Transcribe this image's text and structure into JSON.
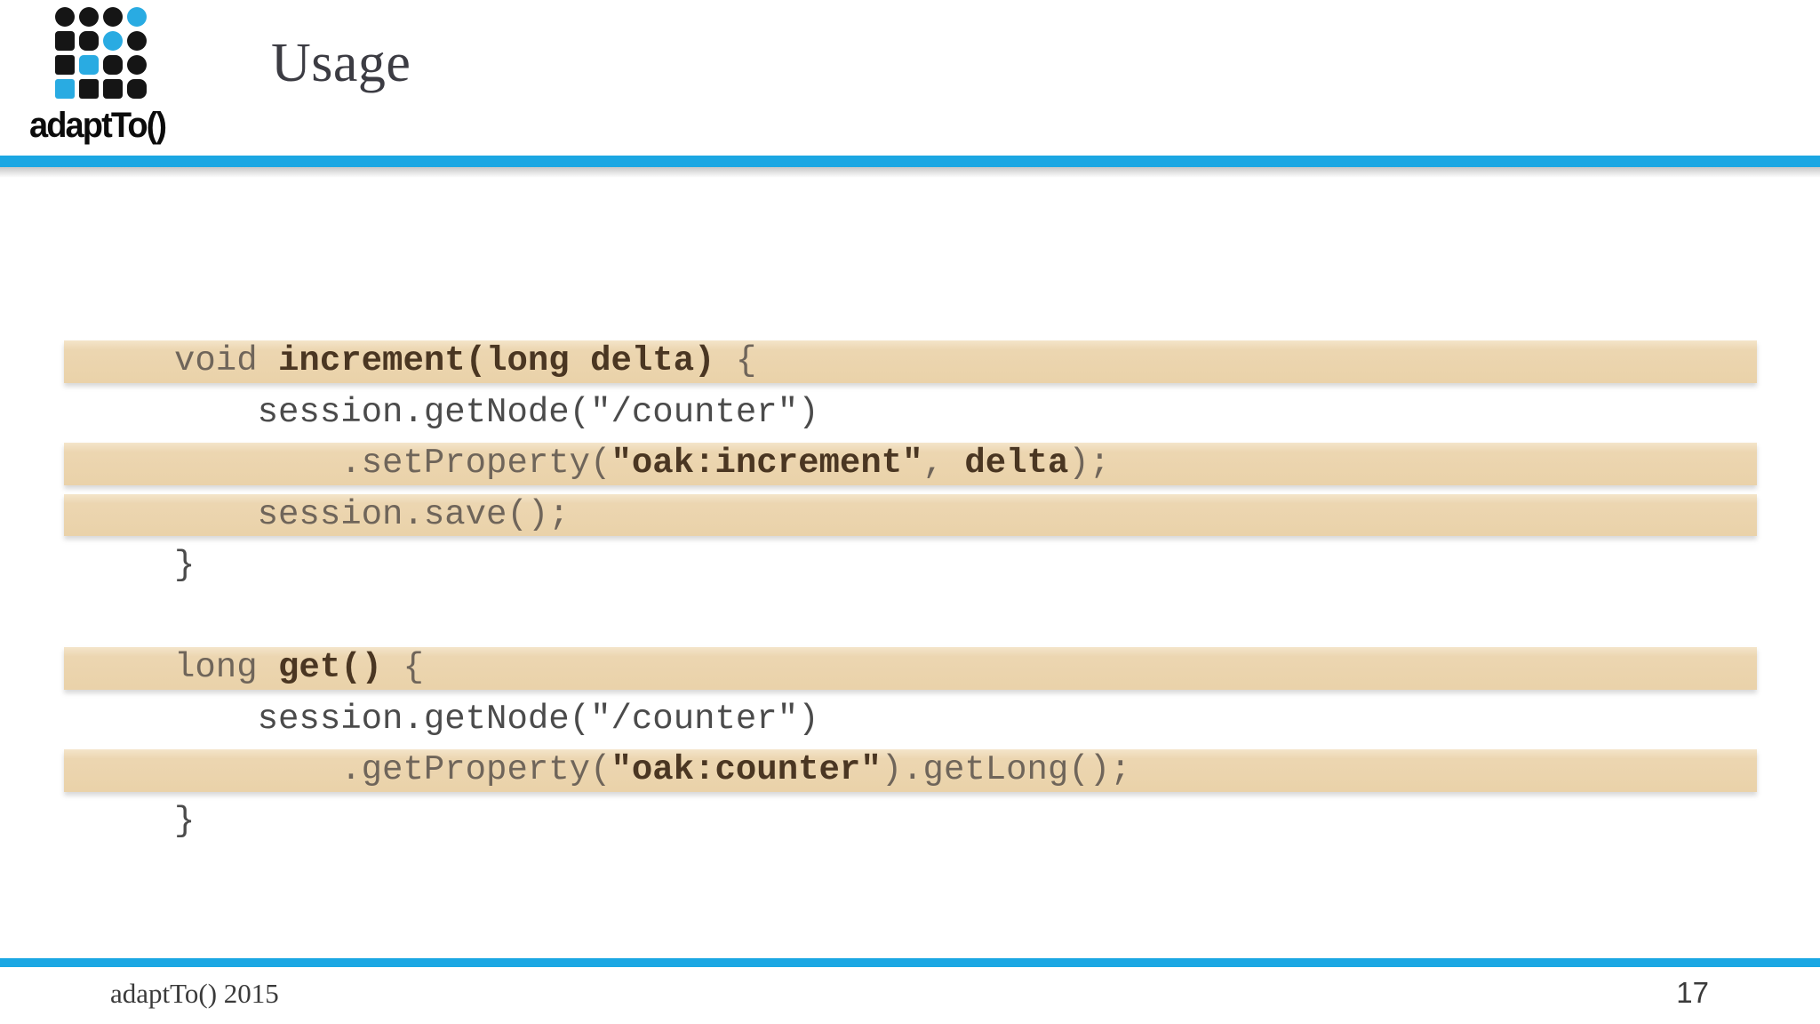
{
  "colors": {
    "accent_blue": "#1BA7E3",
    "highlight_tan": "#ECD6B1",
    "title_ink": "#3C3C43",
    "code_normal": "#4B4B4B",
    "code_bold_brown": "#4A3622",
    "logo_black": "#151515",
    "logo_blue": "#29ABE2"
  },
  "logo": {
    "text": "adaptTo()",
    "grid": [
      {
        "color": "black",
        "radius": 11
      },
      {
        "color": "black",
        "radius": 11
      },
      {
        "color": "black",
        "radius": 11
      },
      {
        "color": "blue",
        "radius": 11
      },
      {
        "color": "black",
        "radius": 4
      },
      {
        "color": "black",
        "radius": 8
      },
      {
        "color": "blue",
        "radius": 11
      },
      {
        "color": "black",
        "radius": 11
      },
      {
        "color": "black",
        "radius": 3
      },
      {
        "color": "blue",
        "radius": 5
      },
      {
        "color": "black",
        "radius": 8
      },
      {
        "color": "black",
        "radius": 11
      },
      {
        "color": "blue",
        "radius": 3
      },
      {
        "color": "black",
        "radius": 3
      },
      {
        "color": "black",
        "radius": 4
      },
      {
        "color": "black",
        "radius": 8
      }
    ]
  },
  "header": {
    "title": "Usage"
  },
  "code": {
    "lines": [
      {
        "highlight": true,
        "segments": [
          {
            "text": "void ",
            "bold": false
          },
          {
            "text": "increment(long delta)",
            "bold": true
          },
          {
            "text": " {",
            "bold": false
          }
        ]
      },
      {
        "highlight": false,
        "segments": [
          {
            "text": "    session.getNode(\"/counter\")",
            "bold": false
          }
        ]
      },
      {
        "highlight": true,
        "segments": [
          {
            "text": "        .setProperty(",
            "bold": false
          },
          {
            "text": "\"oak:increment\"",
            "bold": true
          },
          {
            "text": ", ",
            "bold": false
          },
          {
            "text": "delta",
            "bold": true
          },
          {
            "text": ");",
            "bold": false
          }
        ]
      },
      {
        "highlight": true,
        "segments": [
          {
            "text": "    session.save();",
            "bold": false
          }
        ]
      },
      {
        "highlight": false,
        "segments": [
          {
            "text": "}",
            "bold": false
          }
        ]
      },
      {
        "highlight": false,
        "segments": []
      },
      {
        "highlight": true,
        "segments": [
          {
            "text": "long ",
            "bold": false
          },
          {
            "text": "get()",
            "bold": true
          },
          {
            "text": " {",
            "bold": false
          }
        ]
      },
      {
        "highlight": false,
        "segments": [
          {
            "text": "    session.getNode(\"/counter\")",
            "bold": false
          }
        ]
      },
      {
        "highlight": true,
        "segments": [
          {
            "text": "        .getProperty(",
            "bold": false
          },
          {
            "text": "\"oak:counter\"",
            "bold": true
          },
          {
            "text": ").getLong();",
            "bold": false
          }
        ]
      },
      {
        "highlight": false,
        "segments": [
          {
            "text": "}",
            "bold": false
          }
        ]
      }
    ]
  },
  "footer": {
    "left": "adaptTo() 2015",
    "page": "17"
  }
}
